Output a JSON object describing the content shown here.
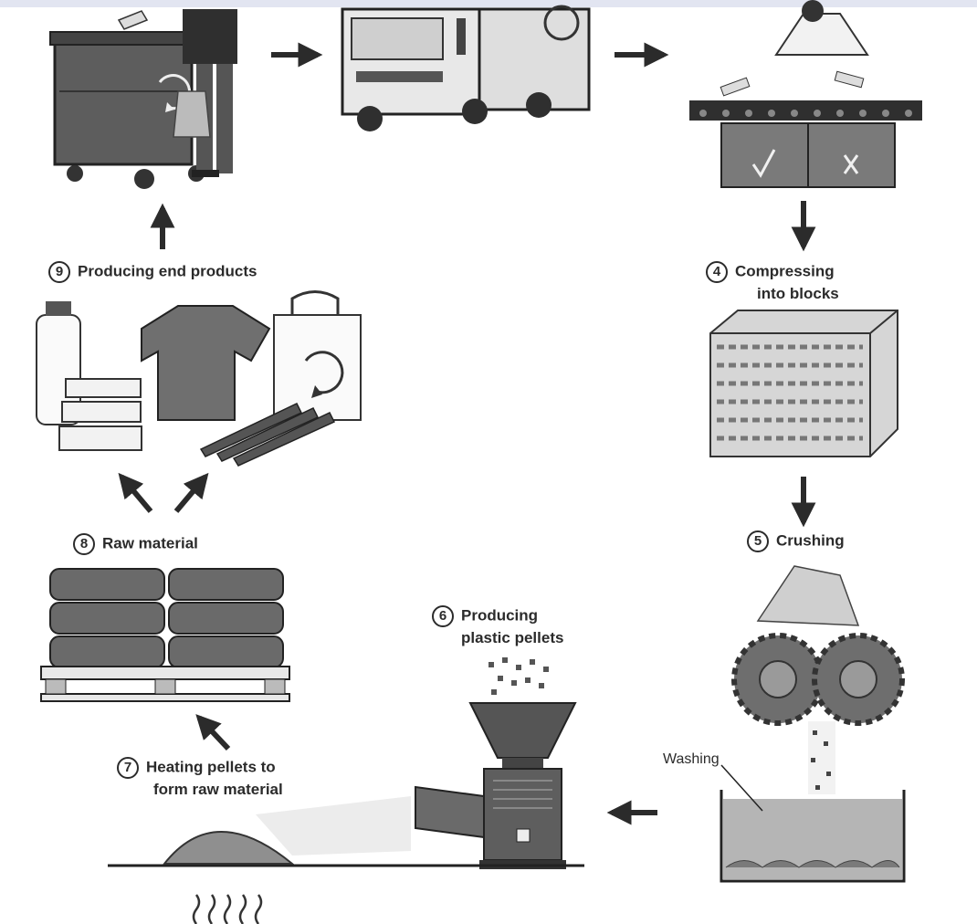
{
  "steps": [
    {
      "num": "4",
      "label": "Compressing",
      "label2": "into blocks"
    },
    {
      "num": "5",
      "label": "Crushing"
    },
    {
      "num": "6",
      "label": "Producing",
      "label2": "plastic pellets"
    },
    {
      "num": "7",
      "label": "Heating pellets to",
      "label2": "form raw material"
    },
    {
      "num": "8",
      "label": "Raw material"
    },
    {
      "num": "9",
      "label": "Producing end products"
    }
  ],
  "annotations": {
    "washing": "Washing"
  },
  "icons": [
    "recycle-icon",
    "check-icon",
    "cross-icon",
    "heat-icon"
  ]
}
